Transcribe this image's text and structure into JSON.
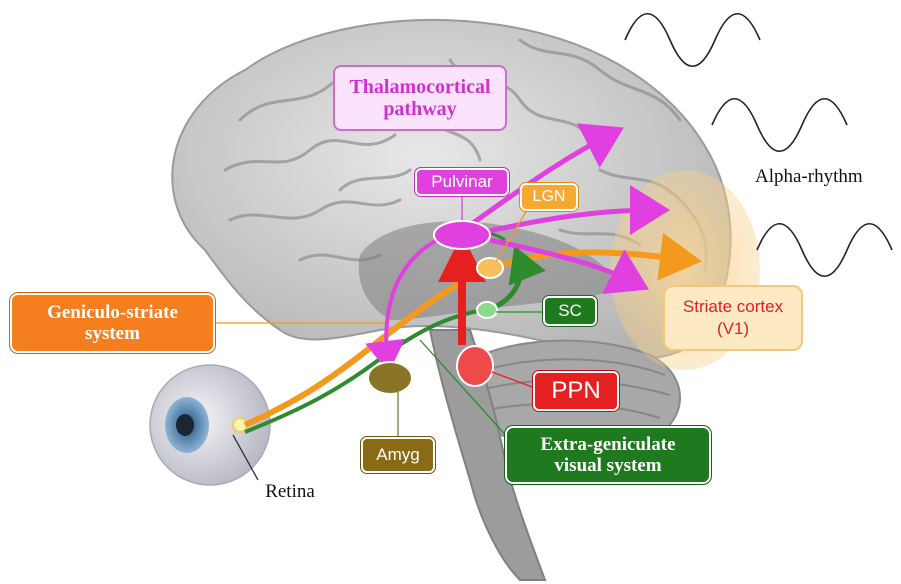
{
  "labels": {
    "thalamocortical": "Thalamocortical\npathway",
    "pulvinar": "Pulvinar",
    "lgn": "LGN",
    "sc": "SC",
    "ppn": "PPN",
    "amyg": "Amyg",
    "geniculo_striate": "Geniculo-striate\nsystem",
    "extra_geniculate": "Extra-geniculate\nvisual system",
    "striate_cortex": "Striate cortex\n(V1)",
    "retina": "Retina",
    "alpha_rhythm": "Alpha-rhythm"
  },
  "colors": {
    "magenta": "#e040e0",
    "magenta_box_bg": "#fbe3fb",
    "magenta_text": "#d030d0",
    "orange": "#f39a1e",
    "orange_box": "#f57e1e",
    "green": "#2e8b2e",
    "green_box": "#1f7a1f",
    "red": "#e52020",
    "olive": "#8a7428",
    "striate_bg": "#fde9c4",
    "striate_text": "#e02020",
    "brain_gray": "#c9c9c9"
  },
  "icons": {
    "brain": "brain-illustration",
    "eye": "eyeball-illustration",
    "wave": "sine-wave-icon"
  }
}
